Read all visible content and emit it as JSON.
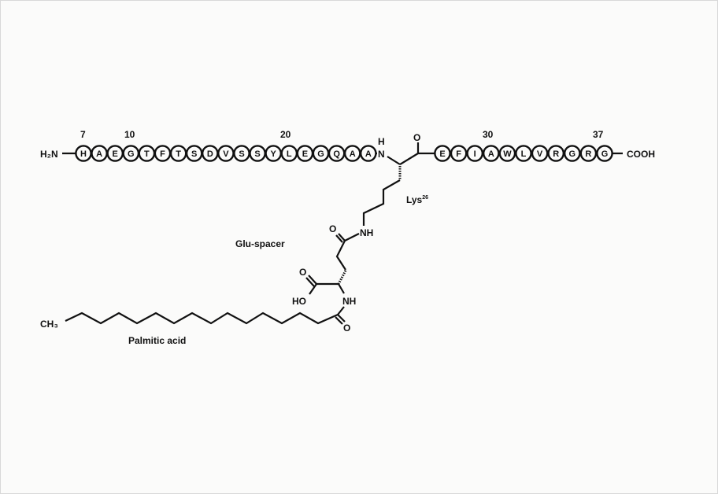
{
  "n_terminus": "H₂N",
  "c_terminus": "COOH",
  "sequence_left": [
    "H",
    "A",
    "E",
    "G",
    "T",
    "F",
    "T",
    "S",
    "D",
    "V",
    "S",
    "S",
    "Y",
    "L",
    "E",
    "G",
    "Q",
    "A",
    "A"
  ],
  "sequence_right": [
    "E",
    "F",
    "I",
    "A",
    "W",
    "L",
    "V",
    "R",
    "G",
    "R",
    "G"
  ],
  "position_labels": {
    "p7": "7",
    "p10": "10",
    "p20": "20",
    "p30": "30",
    "p37": "37"
  },
  "atoms": {
    "h": "H",
    "n": "N",
    "o": "O",
    "nh": "NH",
    "ho": "HO",
    "ch3": "CH₃"
  },
  "labels": {
    "lys": "Lys",
    "lys_sup": "26",
    "glu_spacer": "Glu-spacer",
    "palmitic": "Palmitic acid"
  }
}
